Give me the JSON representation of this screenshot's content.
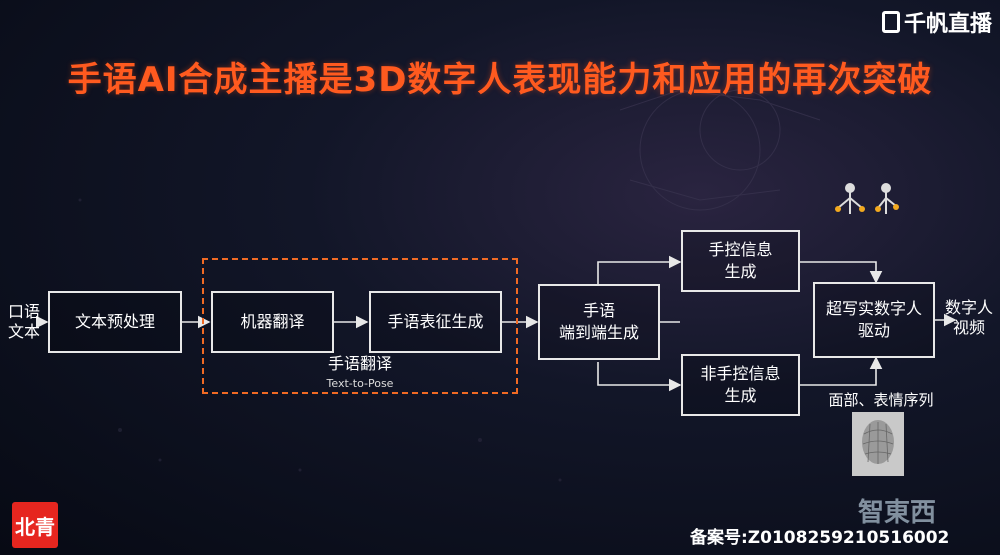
{
  "title": "手语AI合成主播是3D数字人表现能力和应用的再次突破",
  "top_logo": "千帆直播",
  "nodes": {
    "input_line1": "口语",
    "input_line2": "文本",
    "preprocess": "文本预处理",
    "mt": "机器翻译",
    "sign_rep": "手语表征生成",
    "group_label": "手语翻译",
    "group_sub": "Text-to-Pose",
    "e2e_line1": "手语",
    "e2e_line2": "端到端生成",
    "manual_line1": "手控信息",
    "manual_line2": "生成",
    "nonmanual_line1": "非手控信息",
    "nonmanual_line2": "生成",
    "drive_line1": "超写实数字人",
    "drive_line2": "驱动",
    "output_line1": "数字人",
    "output_line2": "视频",
    "face_seq": "面部、表情序列"
  },
  "record_id": "备案号:Z0108259210516002",
  "brand_bottom_right": "智東西",
  "brand_bottom_left": "北青",
  "colors": {
    "title": "#ff5a1f",
    "dashed": "#f06a24",
    "box_border": "#e8e8e8"
  }
}
